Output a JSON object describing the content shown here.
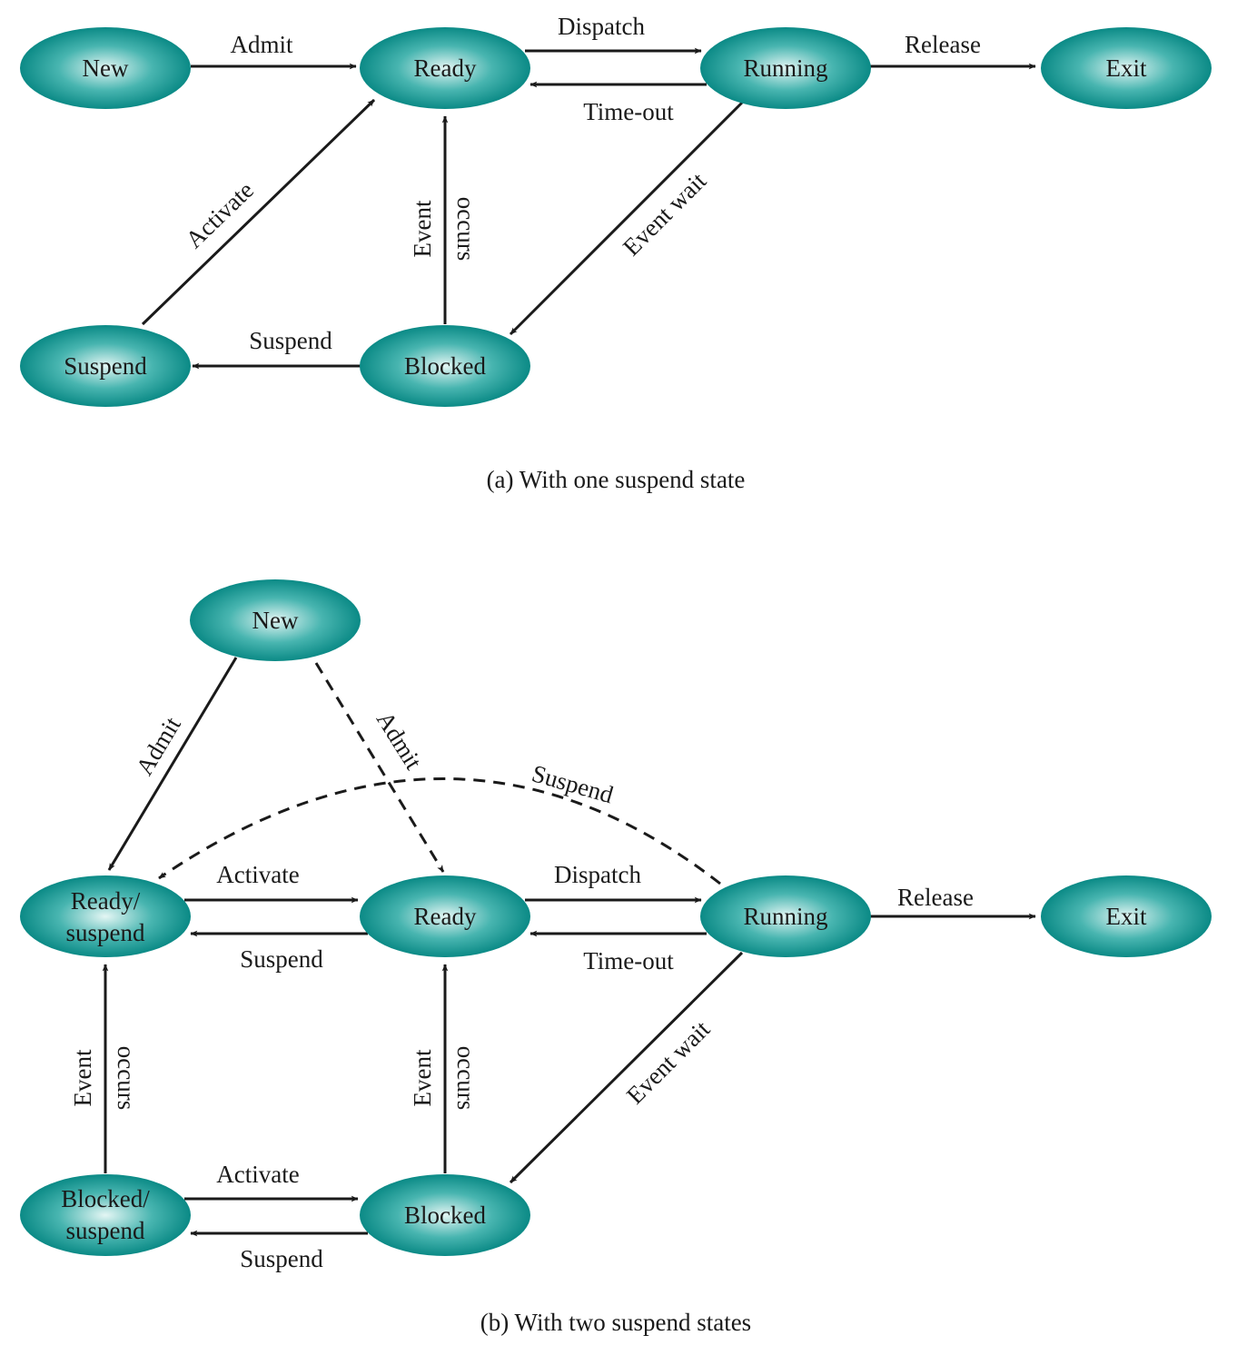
{
  "colors": {
    "node_center": "#e4f6f4",
    "node_mid": "#48b5b0",
    "node_edge": "#0b8a86",
    "ink": "#1a1a1a"
  },
  "panel_a": {
    "caption": "(a) With one suspend state",
    "nodes": {
      "new": "New",
      "ready": "Ready",
      "running": "Running",
      "exit": "Exit",
      "suspend": "Suspend",
      "blocked": "Blocked"
    },
    "edges": {
      "admit": "Admit",
      "dispatch": "Dispatch",
      "timeout": "Time-out",
      "release": "Release",
      "activate": "Activate",
      "event_wait": "Event wait",
      "event_occurs_1": "Event",
      "event_occurs_2": "occurs",
      "suspend": "Suspend"
    }
  },
  "panel_b": {
    "caption": "(b) With two suspend states",
    "nodes": {
      "new": "New",
      "ready_suspend_1": "Ready/",
      "ready_suspend_2": "suspend",
      "ready": "Ready",
      "running": "Running",
      "exit": "Exit",
      "blocked_suspend_1": "Blocked/",
      "blocked_suspend_2": "suspend",
      "blocked": "Blocked"
    },
    "edges": {
      "admit_left": "Admit",
      "admit_right": "Admit",
      "suspend_curve": "Suspend",
      "activate_top": "Activate",
      "suspend_top": "Suspend",
      "dispatch": "Dispatch",
      "timeout": "Time-out",
      "release": "Release",
      "event_wait": "Event wait",
      "event_occurs_left_1": "Event",
      "event_occurs_left_2": "occurs",
      "event_occurs_mid_1": "Event",
      "event_occurs_mid_2": "occurs",
      "activate_bottom": "Activate",
      "suspend_bottom": "Suspend"
    }
  }
}
